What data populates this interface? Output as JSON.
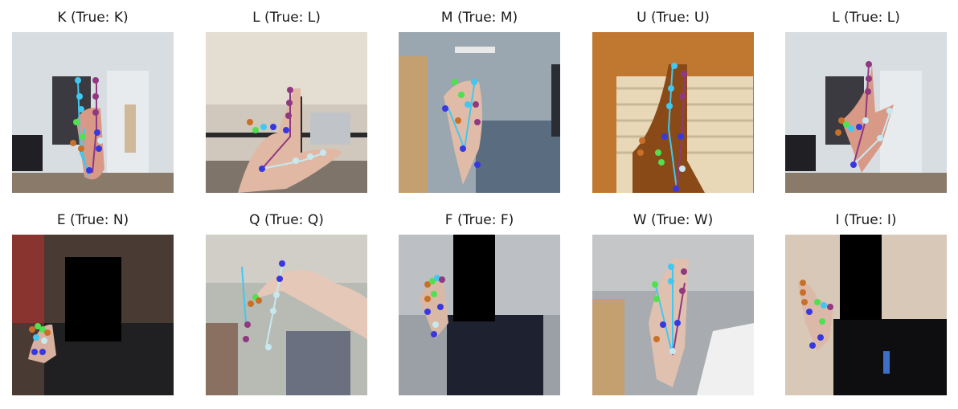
{
  "panels": [
    {
      "title": "K (True: K)",
      "bg": "room-door"
    },
    {
      "title": "L (True: L)",
      "bg": "gym"
    },
    {
      "title": "M (True: M)",
      "bg": "bedroom-person"
    },
    {
      "title": "U (True: U)",
      "bg": "blinds-orange"
    },
    {
      "title": "L (True: L)",
      "bg": "room-door"
    },
    {
      "title": "E (True: N)",
      "bg": "dark-room"
    },
    {
      "title": "Q (True: Q)",
      "bg": "arm-room"
    },
    {
      "title": "F (True: F)",
      "bg": "person-dark"
    },
    {
      "title": "W (True: W)",
      "bg": "bedroom-white"
    },
    {
      "title": "I (True: I)",
      "bg": "person-beige"
    }
  ],
  "colors": {
    "thumb": "#c87028",
    "index": "#50e050",
    "middle": "#40c8f0",
    "ring": "#903880",
    "pinky": "#3838e0",
    "palm": "#c8e8f0",
    "face_mask": "#000000"
  }
}
